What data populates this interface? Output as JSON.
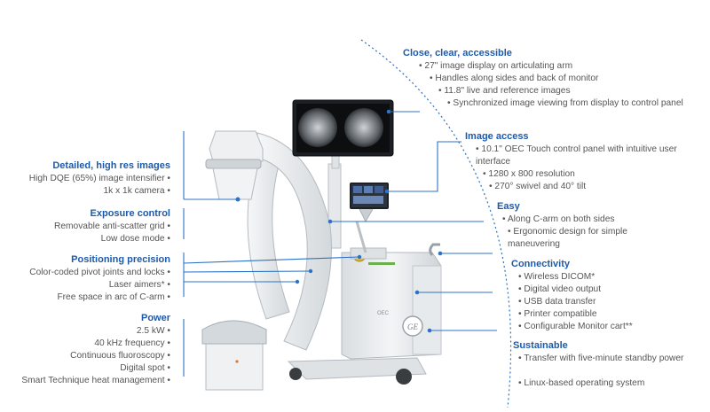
{
  "left_sections": [
    {
      "title": "Detailed, high res images",
      "items": [
        "High DQE (65%) image intensifier •",
        "1k x 1k camera •"
      ]
    },
    {
      "title": "Exposure control",
      "items": [
        "Removable anti-scatter grid •",
        "Low dose mode •"
      ]
    },
    {
      "title": "Positioning precision",
      "items": [
        "Color-coded pivot joints and locks •",
        "Laser aimers* •",
        "Free space in arc of C-arm •"
      ]
    },
    {
      "title": "Power",
      "items": [
        "2.5 kW •",
        "40 kHz frequency •",
        "Continuous fluoroscopy •",
        "Digital spot •",
        "Smart Technique heat management •"
      ]
    }
  ],
  "right_sections": [
    {
      "title": "Close, clear, accessible",
      "items": [
        "• 27\" image display on articulating arm",
        "• Handles along sides and back of monitor",
        "• 11.8\" live and reference images",
        "• Synchronized image viewing from display to control panel"
      ]
    },
    {
      "title": "Image access",
      "items": [
        "• 10.1\" OEC Touch control panel with intuitive user interface",
        "• 1280 x 800 resolution",
        "• 270° swivel and 40° tilt"
      ]
    },
    {
      "title": "Easy",
      "items": [
        "• Along C-arm on both sides",
        "• Ergonomic design for simple maneuvering"
      ]
    },
    {
      "title": "Connectivity",
      "items": [
        "• Wireless DICOM*",
        "• Digital video output",
        "• USB data transfer",
        "• Printer compatible",
        "• Configurable Monitor cart**"
      ]
    },
    {
      "title": "Sustainable",
      "items": [
        "• Transfer with five-minute standby power",
        "• Linux-based operating system"
      ]
    }
  ],
  "device": {
    "brand_mark": "GE",
    "model_mark": "OEC"
  },
  "colors": {
    "accent": "#1f5aa8",
    "line": "#2c72c7",
    "text": "#555555",
    "device_body": "#eceef0",
    "device_shade": "#c9ced3",
    "screen": "#15181c"
  }
}
